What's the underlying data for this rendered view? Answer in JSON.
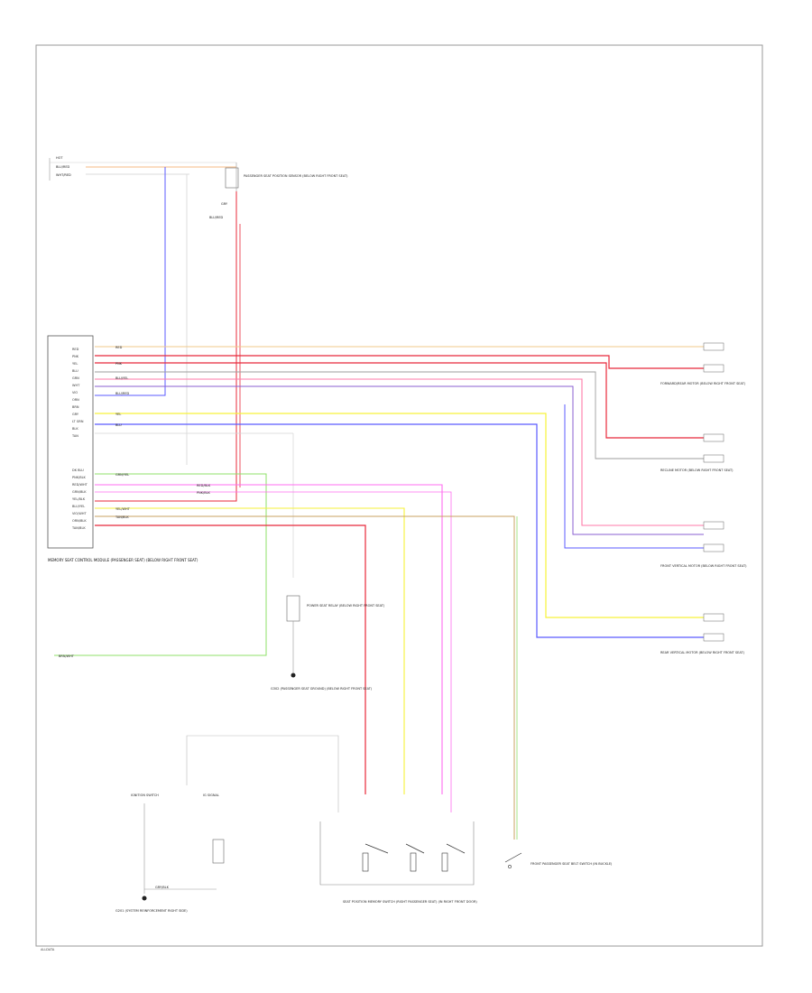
{
  "colors": {
    "red": "#e8283a",
    "pink": "#ff7aa8",
    "blue": "#5b5bff",
    "yellow": "#f6f23a",
    "green": "#8fe06a",
    "magenta": "#ff6cf0",
    "orange": "#f0a45c",
    "tan": "#c8a060",
    "gray": "#b8b8b8",
    "violet": "#7a4fc8",
    "black": "#222222"
  },
  "labels": {
    "top_hot": "HOT",
    "top_wire1": "BLU/RED",
    "top_wire2": "WHT/RED",
    "top_sensor": "PASSENGER SEAT POSITION SENSOR (BELOW RIGHT FRONT SEAT)",
    "top_sensor_pin_a": "GRY",
    "top_sensor_pin_b": "BLU/RED",
    "motor1": "FORWARD/REAR MOTOR (BELOW RIGHT FRONT SEAT)",
    "motor2": "RECLINE MOTOR (BELOW RIGHT FRONT SEAT)",
    "motor3": "FRONT VERTICAL MOTOR (BELOW RIGHT FRONT SEAT)",
    "motor4": "REAR VERTICAL MOTOR (BELOW RIGHT FRONT SEAT)",
    "module": "MEMORY SEAT CONTROL MODULE (PASSENGER SEAT) (BELOW RIGHT FRONT SEAT)",
    "ground_mid": "G302 (PASSENGER SEAT GROUND) (BELOW RIGHT FRONT SEAT)",
    "ground_bottom": "G201 (SYSTEM REINFORCEMENT RIGHT SIDE)",
    "switch_block": "SEAT POSITION MEMORY SWITCH (RIGHT PASSENGER SEAT) (IN RIGHT FRONT DOOR)",
    "belt_switch": "FRONT PASSENGER SEAT BELT SWITCH (IN BUCKLE)",
    "relay_label": "POWER SEAT RELAY (BELOW RIGHT FRONT SEAT)",
    "ign1": "IGNITION SWITCH",
    "ign2": "IG SIGNAL",
    "left_wire": "BRN/WHT",
    "bottom_wire": "GRY/BLK",
    "footer": "ALLDATA"
  },
  "module_pins": [
    "RED",
    "PNK",
    "YEL",
    "BLU",
    "GRN",
    "WHT",
    "VIO",
    "ORN",
    "BRN",
    "GRY",
    "LT GRN",
    "BLK",
    "TAN",
    "DK BLU",
    "PNK/BLK",
    "RED/WHT",
    "GRN/BLK",
    "YEL/BLK",
    "BLU/YEL",
    "VIO/WHT",
    "ORN/BLK",
    "TAN/BLK"
  ],
  "wire_tags": [
    "RED",
    "PNK",
    "BLU/YEL",
    "BLU/RED",
    "YEL",
    "BLU",
    "GRN/YEL",
    "RED/BLK",
    "PNK/BLK",
    "YEL/WHT",
    "TAN/BLK",
    "BRN/WHT"
  ]
}
